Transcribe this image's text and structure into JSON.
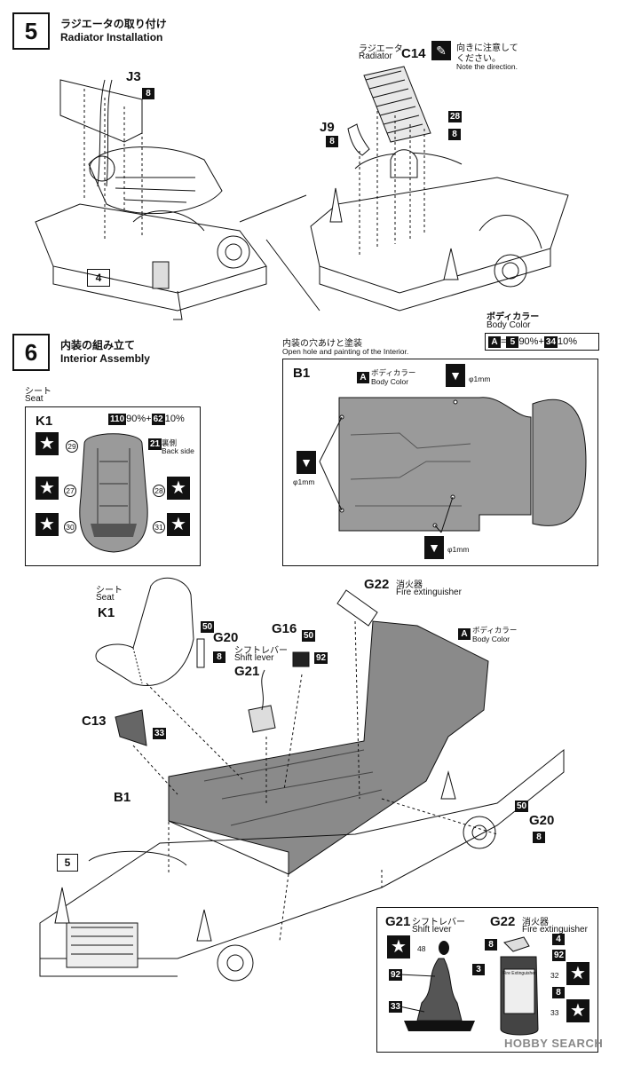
{
  "step5": {
    "number": "5",
    "title_jp": "ラジエータの取り付け",
    "title_en": "Radiator Installation",
    "labels": {
      "j3": "J3",
      "j3_code": "8",
      "ref_step": "4",
      "radiator_jp": "ラジエータ",
      "radiator_en": "Radiator",
      "c14": "C14",
      "c14_code_a": "28",
      "c14_code_b": "8",
      "note_jp_1": "向きに注意して",
      "note_jp_2": "ください。",
      "note_en": "Note the direction.",
      "j9": "J9",
      "j9_code": "8"
    },
    "body_color": {
      "jp": "ボディカラー",
      "en": "Body Color",
      "letter": "A",
      "eq": "=",
      "c1": "5",
      "p1": "90%",
      "plus": "+",
      "c2": "34",
      "p2": "10%"
    }
  },
  "step6": {
    "number": "6",
    "title_jp": "内装の組み立て",
    "title_en": "Interior Assembly",
    "seat_panel": {
      "jp": "シート",
      "en": "Seat",
      "part": "K1",
      "mix_c1": "110",
      "mix_p1": "90%",
      "mix_plus": "+",
      "mix_c2": "62",
      "mix_p2": "10%",
      "back_code": "21",
      "back_jp": "裏側",
      "back_en": "Back side",
      "n29": "29",
      "n27": "27",
      "n28": "28",
      "n30": "30",
      "n31": "31",
      "star": "★"
    },
    "interior_panel": {
      "header_jp": "内装の穴あけと塗装",
      "header_en": "Open hole and painting of the Interior.",
      "part": "B1",
      "color_letter": "A",
      "color_jp": "ボディカラー",
      "color_en": "Body Color",
      "hole": "φ1mm"
    },
    "main": {
      "seat_jp": "シート",
      "seat_en": "Seat",
      "k1": "K1",
      "g22": "G22",
      "g22_jp": "消火器",
      "g22_en": "Fire extinguisher",
      "g20": "G20",
      "g20_c1": "50",
      "g20_c2": "8",
      "shift_jp": "シフトレバー",
      "shift_en": "Shift lever",
      "g21": "G21",
      "g16": "G16",
      "g16_c1": "50",
      "g16_c2": "92",
      "a_letter": "A",
      "a_jp": "ボディカラー",
      "a_en": "Body Color",
      "c13": "C13",
      "c13_code": "33",
      "b1": "B1",
      "ref_step": "5",
      "g20b": "G20",
      "g20b_c1": "50",
      "g20b_c2": "8"
    },
    "detail_panel": {
      "g21": "G21",
      "g21_jp": "シフトレバー",
      "g21_en": "Shift lever",
      "c48": "48",
      "c92": "92",
      "c33": "33",
      "g22": "G22",
      "g22_jp": "消火器",
      "g22_en": "Fire extinguisher",
      "c8a": "8",
      "c4": "4",
      "c92b": "92",
      "c3": "3",
      "c32": "32",
      "c8b": "8",
      "c33b": "33",
      "bottle_text": "Fire Extinguisher",
      "star": "★"
    }
  },
  "watermark": "HOBBY SEARCH"
}
